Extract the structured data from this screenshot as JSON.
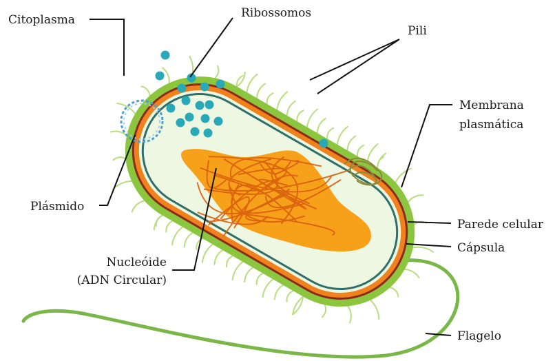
{
  "labels": {
    "citoplasma": "Citoplasma",
    "ribossomos": "Ribossomos",
    "pili": "Pili",
    "membrana_1": "Membrana",
    "membrana_2": "plasmática",
    "plasmido": "Plásmido",
    "parede": "Parede celular",
    "capsula": "Cápsula",
    "nucleoide_1": "Nucleóide",
    "nucleoide_2": "(ADN Circular)",
    "flagelo": "Flagelo"
  },
  "colors": {
    "capsule": "#8cc63f",
    "wall_outer": "#8b2a1a",
    "wall_orange": "#f0821e",
    "membrane": "#2e6f6a",
    "cytoplasm": "#eef7e2",
    "ribosome": "#29a9b8",
    "nucleoid": "#f7a11a",
    "nucleoid_dna": "#d95f0e",
    "flagellum": "#7ab648",
    "pili": "#b9dd7f",
    "plasmid": "#4a9fd6",
    "leader": "#111111"
  }
}
